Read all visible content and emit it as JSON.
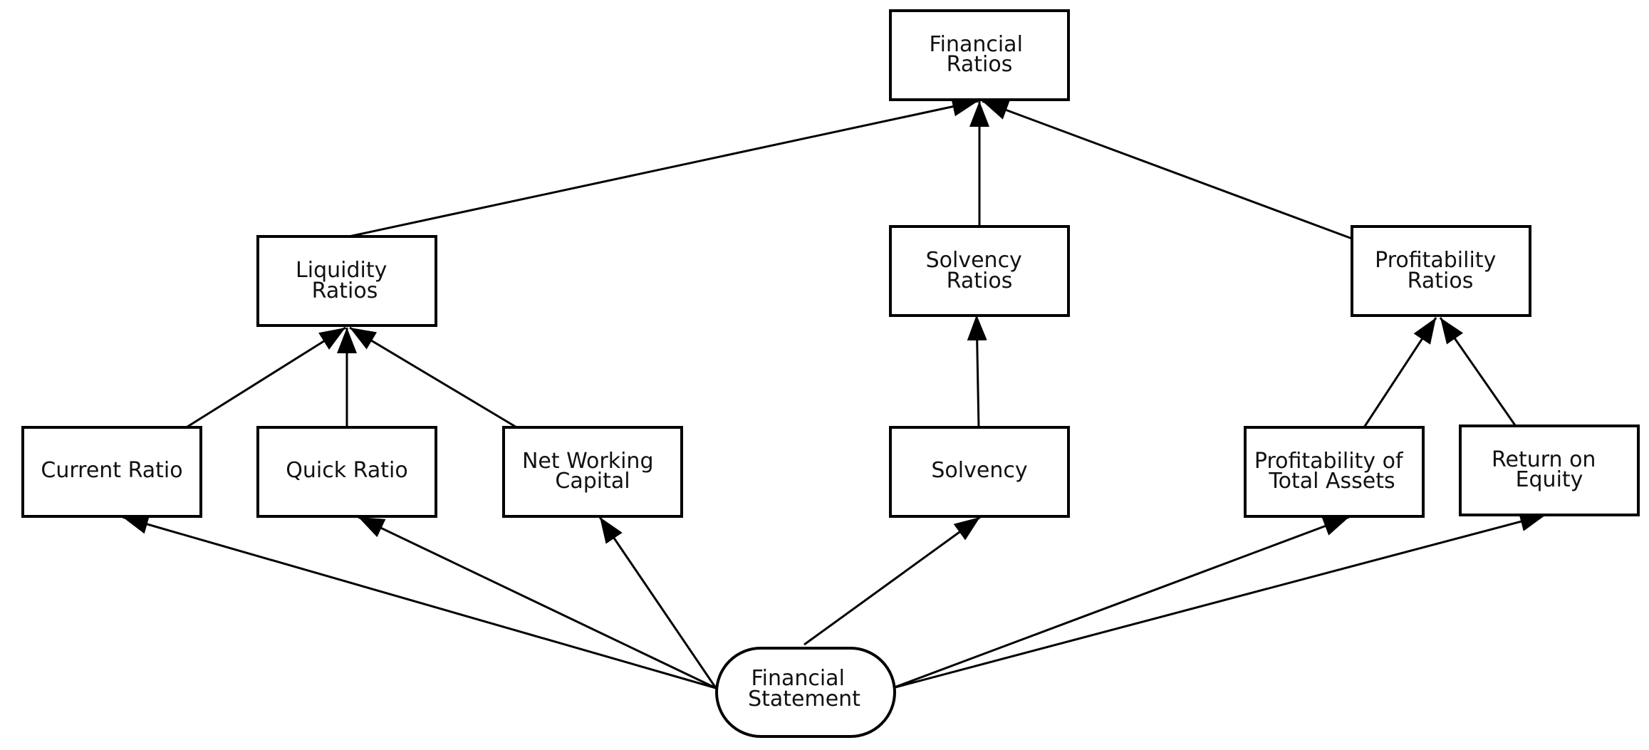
{
  "nodes": {
    "financial_ratios": {
      "lines": [
        "Financial",
        "Ratios"
      ]
    },
    "liquidity_ratios": {
      "lines": [
        "Liquidity",
        "Ratios"
      ]
    },
    "solvency_ratios": {
      "lines": [
        "Solvency",
        "Ratios"
      ]
    },
    "profitability_ratios": {
      "lines": [
        "Profitability",
        "Ratios"
      ]
    },
    "current_ratio": {
      "lines": [
        "Current Ratio"
      ]
    },
    "quick_ratio": {
      "lines": [
        "Quick Ratio"
      ]
    },
    "net_working_capital": {
      "lines": [
        "Net Working",
        "Capital"
      ]
    },
    "solvency": {
      "lines": [
        "Solvency"
      ]
    },
    "profitability_total_assets": {
      "lines": [
        "Profitability of",
        "Total Assets"
      ]
    },
    "return_on_equity": {
      "lines": [
        "Return on",
        "Equity"
      ]
    },
    "financial_statement": {
      "lines": [
        "Financial",
        "Statement"
      ]
    }
  },
  "edges": [
    {
      "from": "liquidity_ratios",
      "to": "financial_ratios"
    },
    {
      "from": "solvency_ratios",
      "to": "financial_ratios"
    },
    {
      "from": "profitability_ratios",
      "to": "financial_ratios"
    },
    {
      "from": "current_ratio",
      "to": "liquidity_ratios"
    },
    {
      "from": "quick_ratio",
      "to": "liquidity_ratios"
    },
    {
      "from": "net_working_capital",
      "to": "liquidity_ratios"
    },
    {
      "from": "solvency",
      "to": "solvency_ratios"
    },
    {
      "from": "profitability_total_assets",
      "to": "profitability_ratios"
    },
    {
      "from": "return_on_equity",
      "to": "profitability_ratios"
    },
    {
      "from": "financial_statement",
      "to": "current_ratio"
    },
    {
      "from": "financial_statement",
      "to": "quick_ratio"
    },
    {
      "from": "financial_statement",
      "to": "net_working_capital"
    },
    {
      "from": "financial_statement",
      "to": "solvency"
    },
    {
      "from": "financial_statement",
      "to": "profitability_total_assets"
    },
    {
      "from": "financial_statement",
      "to": "return_on_equity"
    }
  ]
}
